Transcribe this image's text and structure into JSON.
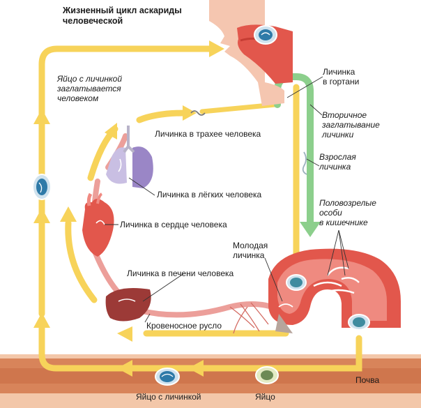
{
  "title": [
    "Жизненный цикл аскариды",
    "человеческой"
  ],
  "labels": {
    "egg_swallowed": [
      "Яйцо с личинкой",
      "заглатывается",
      "человеком"
    ],
    "larva_larynx": [
      "Личинка",
      "в гортани"
    ],
    "secondary_swallow": [
      "Вторичное",
      "заглатывание",
      "личинки"
    ],
    "larva_trachea": "Личинка в трахее человека",
    "adult_larva": [
      "Взрослая",
      "личинка"
    ],
    "larva_lungs": "Личинка в лёгких человека",
    "mature_intestine": [
      "Половозрелые",
      "особи",
      "в кишечнике"
    ],
    "larva_heart": "Личинка в сердце человека",
    "young_larva": [
      "Молодая",
      "личинка"
    ],
    "larva_liver": "Личинка в печени человека",
    "bloodstream": "Кровеносное русло",
    "soil": "Почва",
    "egg_with_larva": "Яйцо с личинкой",
    "egg": "Яйцо"
  },
  "colors": {
    "arrow_yellow": "#f7d35a",
    "arrow_green": "#8ccf8c",
    "tissue_red": "#e2574c",
    "blood_vessel": "#ec9f9a",
    "lungs": "#9a86c6",
    "liver": "#9c3a37",
    "soil": "#d8845a"
  }
}
